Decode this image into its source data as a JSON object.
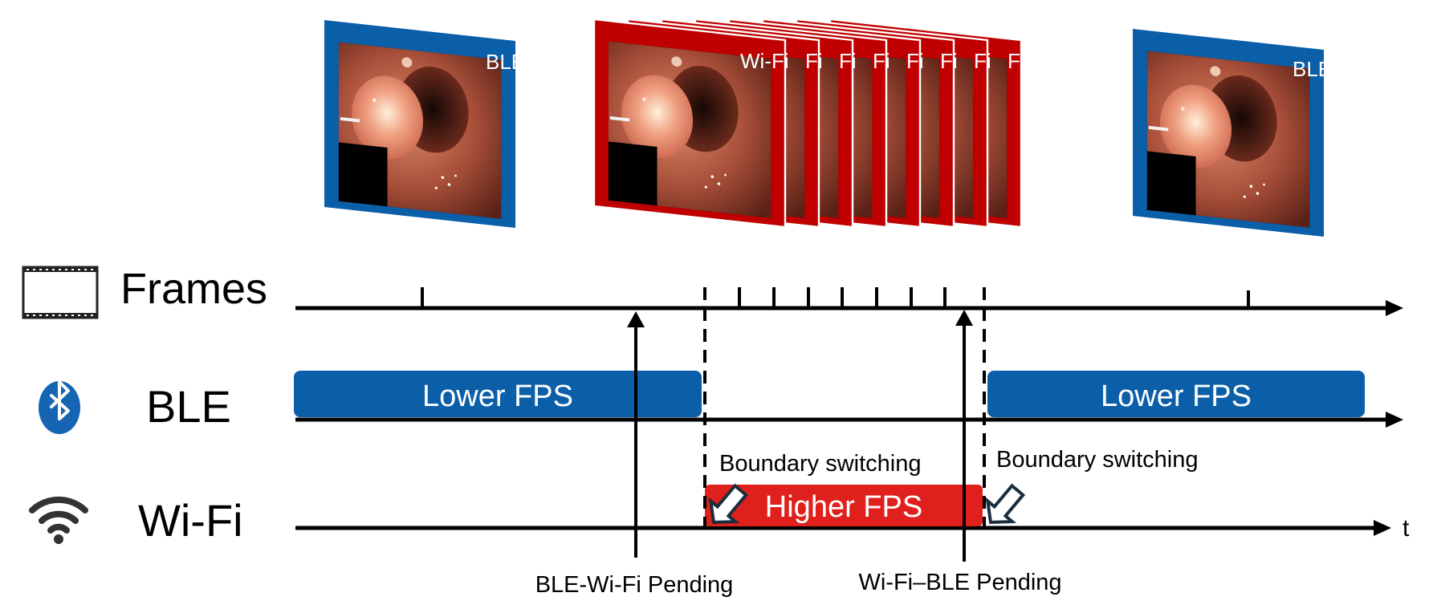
{
  "lanes": {
    "frames": "Frames",
    "ble": "BLE",
    "wifi": "Wi-Fi",
    "time_axis": "t"
  },
  "bars": {
    "ble_left": "Lower FPS",
    "ble_right": "Lower FPS",
    "wifi": "Higher FPS"
  },
  "annotations": {
    "boundary_left": "Boundary switching",
    "boundary_right": "Boundary switching",
    "ble_to_wifi": "BLE-Wi-Fi Pending",
    "wifi_to_ble": "Wi-Fi–BLE Pending"
  },
  "frame_tags": {
    "ble_first": "BLE",
    "wifi_front": "Wi-Fi",
    "wifi_stack": "Fi",
    "ble_last": "BLE"
  },
  "colors": {
    "ble_blue": "#0b5fa8",
    "wifi_red": "#e0201c",
    "frame_red": "#c00000"
  },
  "icons": {
    "frames": "film-strip-icon",
    "ble": "bluetooth-icon",
    "wifi": "wifi-icon"
  }
}
